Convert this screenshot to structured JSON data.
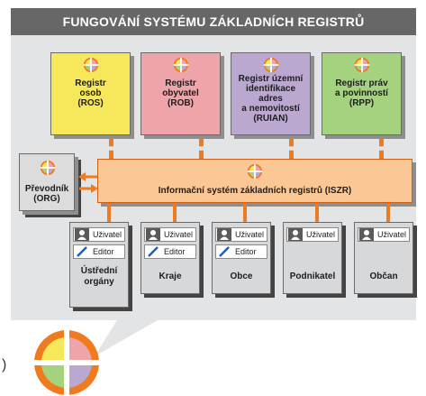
{
  "title": "FUNGOVÁNÍ SYSTÉMU ZÁKLADNÍCH REGISTRŮ",
  "registers": [
    {
      "lines": [
        "Registr",
        "osob",
        "(ROS)"
      ],
      "color": "#f6e85a"
    },
    {
      "lines": [
        "Registr",
        "obyvatel",
        "(ROB)"
      ],
      "color": "#eea4a8"
    },
    {
      "lines": [
        "Registr územní",
        "identifikace",
        "adres",
        "a nemovitostí",
        "(RUIAN)"
      ],
      "color": "#baa8d0"
    },
    {
      "lines": [
        "Registr práv",
        "a povinností",
        "(RPP)"
      ],
      "color": "#a4d27e"
    }
  ],
  "iszr": {
    "label": "Informační systém základních registrů (ISZR)",
    "color": "#fbc795"
  },
  "converter": {
    "lines": [
      "Převodník",
      "(ORG)"
    ]
  },
  "users": [
    {
      "user_label": "Uživatel",
      "editor_label": "Editor",
      "name_lines": [
        "Ústřední",
        "orgány"
      ]
    },
    {
      "user_label": "Uživatel",
      "editor_label": "Editor",
      "name_lines": [
        "Kraje"
      ]
    },
    {
      "user_label": "Uživatel",
      "editor_label": "Editor",
      "name_lines": [
        "Obce"
      ]
    },
    {
      "user_label": "Uživatel",
      "editor_label": "",
      "name_lines": [
        "Podnikatel"
      ]
    },
    {
      "user_label": "Uživatel",
      "editor_label": "",
      "name_lines": [
        "Občan"
      ]
    }
  ],
  "colors": {
    "accent": "#f07a1e",
    "title_bg": "#676767",
    "panel_bg": "#e3e4e6"
  },
  "icons": [
    "registry-logo-icon",
    "user-icon",
    "pencil-icon"
  ],
  "fragment": ")"
}
